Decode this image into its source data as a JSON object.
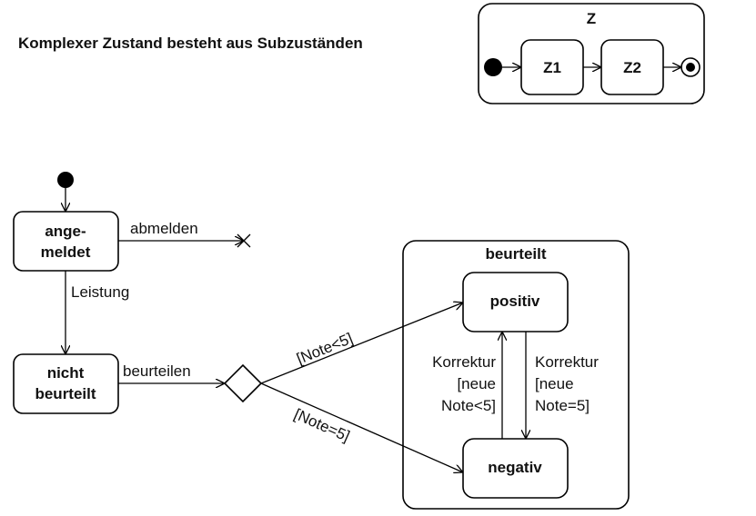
{
  "header": {
    "title": "Komplexer Zustand besteht aus Subzuständen"
  },
  "example": {
    "composite_label": "Z",
    "sub1": "Z1",
    "sub2": "Z2"
  },
  "states": {
    "angemeldet_line1": "ange-",
    "angemeldet_line2": "meldet",
    "nicht_line1": "nicht",
    "nicht_line2": "beurteilt",
    "composite": "beurteilt",
    "positiv": "positiv",
    "negativ": "negativ"
  },
  "transitions": {
    "abmelden": "abmelden",
    "leistung": "Leistung",
    "beurteilen": "beurteilen",
    "note_lt5": "[Note<5]",
    "note_eq5": "[Note=5]",
    "korr_left": [
      "Korrektur",
      "[neue",
      "Note<5]"
    ],
    "korr_right": [
      "Korrektur",
      "[neue",
      "Note=5]"
    ]
  }
}
